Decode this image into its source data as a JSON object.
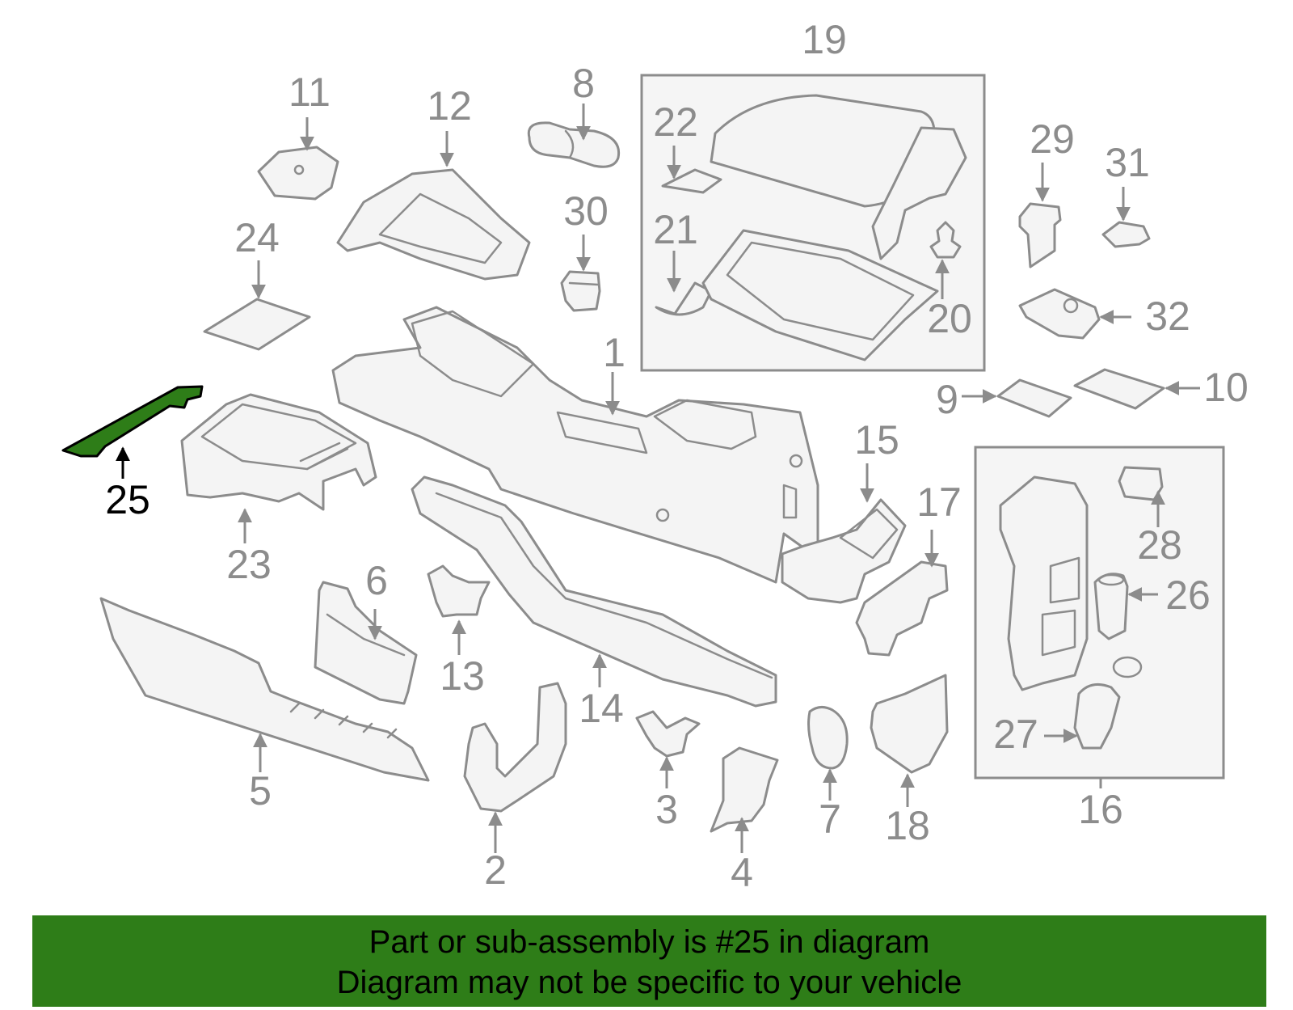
{
  "diagram": {
    "highlight_part": "25",
    "highlight_color": "#2e7d18",
    "line_color": "#8c8c8c",
    "part_numbers": [
      "1",
      "2",
      "3",
      "4",
      "5",
      "6",
      "7",
      "8",
      "9",
      "10",
      "11",
      "12",
      "13",
      "14",
      "15",
      "16",
      "17",
      "18",
      "19",
      "20",
      "21",
      "22",
      "23",
      "24",
      "25",
      "26",
      "27",
      "28",
      "29",
      "30",
      "31",
      "32"
    ]
  },
  "banner": {
    "line1": "Part or sub-assembly is #25 in diagram",
    "line2": "Diagram may not be specific to your vehicle"
  }
}
